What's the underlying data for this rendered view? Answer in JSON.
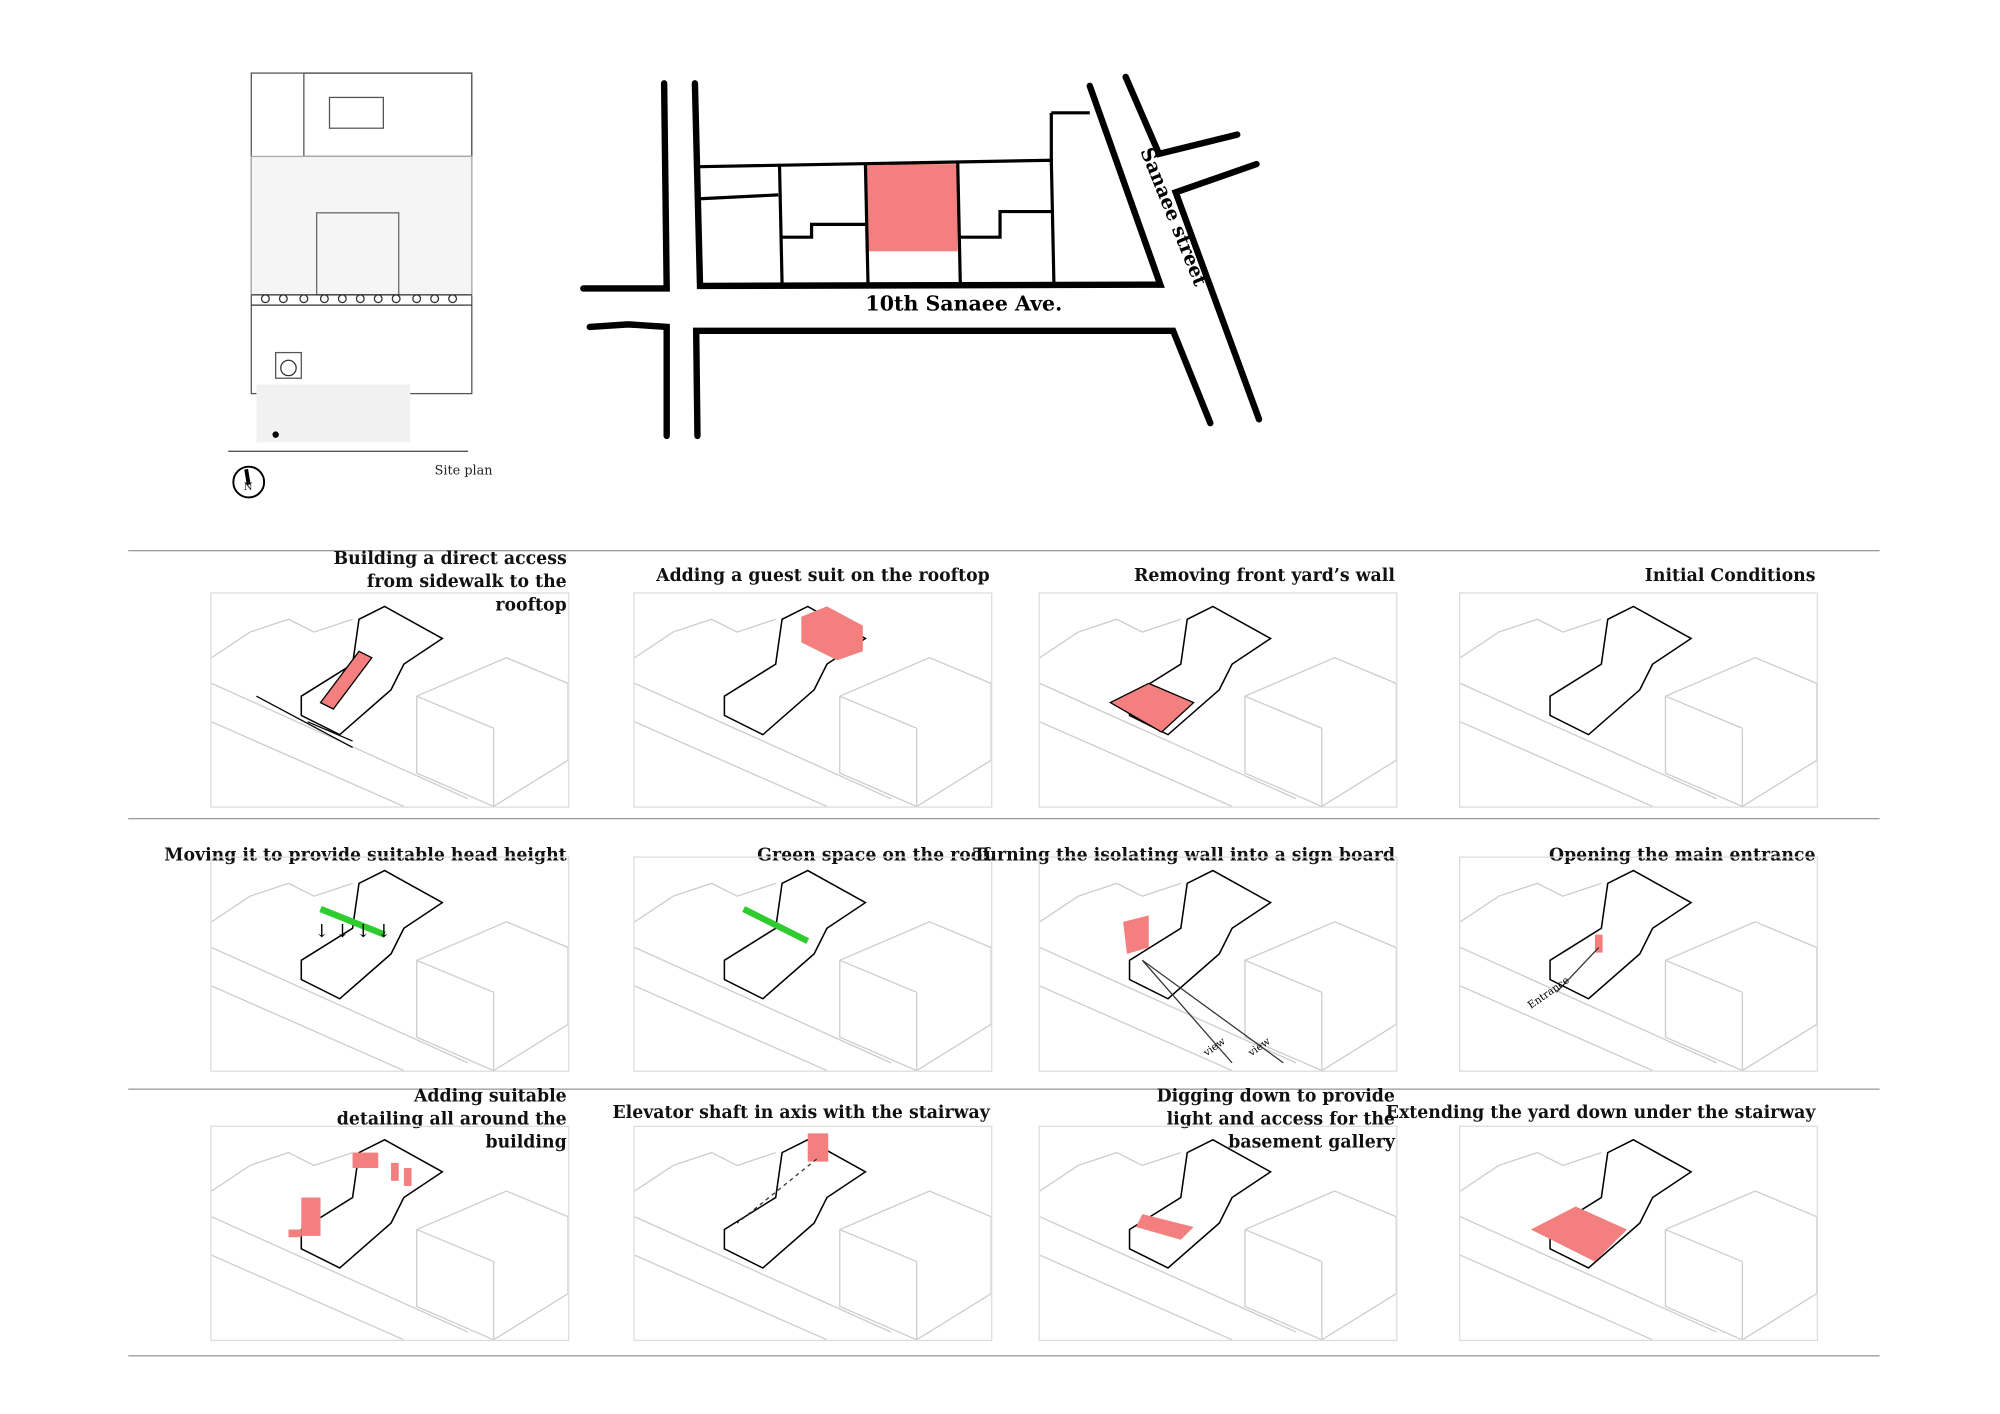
{
  "site_plan": {
    "label": "Site plan",
    "north": "N"
  },
  "map": {
    "avenue": "10th Sanaee Ave.",
    "street": "Sanaee street",
    "highlight_color": "#f47f7f"
  },
  "panels": [
    {
      "title": "Building a direct access from sidewalk to the rooftop",
      "type": "stair"
    },
    {
      "title": "Adding a guest suit on the rooftop",
      "type": "roof"
    },
    {
      "title": "Removing front yard’s wall",
      "type": "yard"
    },
    {
      "title": "Initial Conditions",
      "type": "none"
    },
    {
      "title": "Moving it to provide suitable head height",
      "type": "green-arrows"
    },
    {
      "title": "Green space on the roof",
      "type": "green"
    },
    {
      "title": "Turning the isolating wall into a sign board",
      "type": "sign",
      "labels": [
        "view",
        "view"
      ]
    },
    {
      "title": "Opening the main entrance",
      "type": "entrance",
      "labels": [
        "Entrance"
      ]
    },
    {
      "title": "Adding suitable detailing all around the building",
      "type": "detail"
    },
    {
      "title": "Elevator shaft in axis with the stairway",
      "type": "elevator"
    },
    {
      "title": "Digging down to provide light and access for the basement gallery",
      "type": "dig"
    },
    {
      "title": "Extending the yard down under the stairway",
      "type": "extend"
    }
  ],
  "colors": {
    "accent_red": "#f47f7f",
    "accent_green": "#2ecc2e"
  }
}
